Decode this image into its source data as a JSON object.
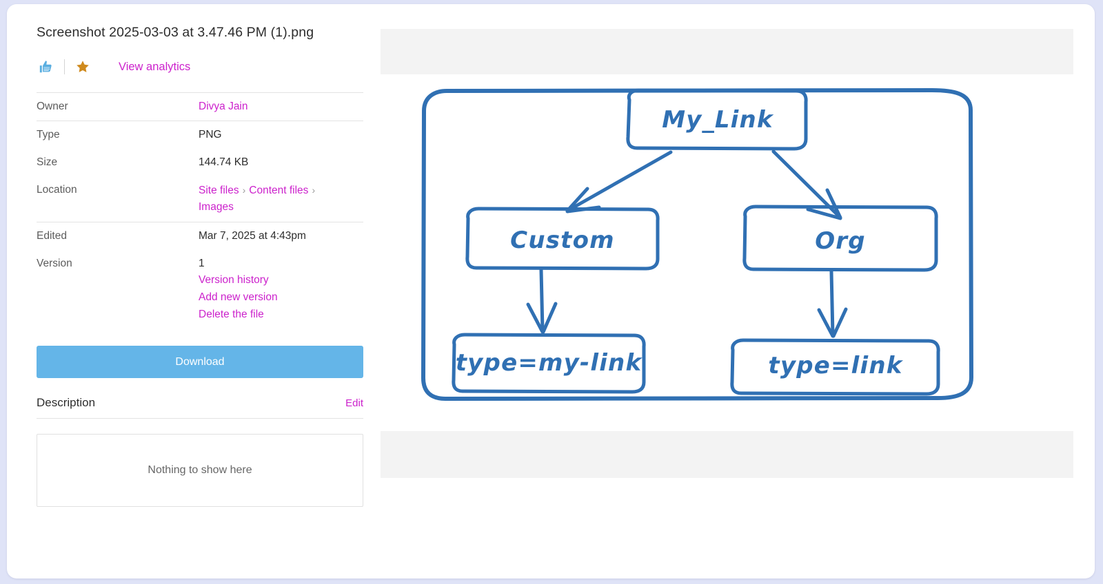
{
  "page": {
    "background_color": "#dfe3f7",
    "card_background": "#ffffff"
  },
  "file": {
    "title": "Screenshot 2025-03-03 at 3.47.46 PM (1).png"
  },
  "actions": {
    "like_icon": "thumbs-up-icon",
    "like_color": "#5aaee0",
    "favorite_icon": "star-icon",
    "favorite_color": "#cf8a1e",
    "view_analytics_label": "View analytics",
    "link_color": "#cc22cc"
  },
  "details": [
    {
      "label": "Owner",
      "value": "Divya Jain",
      "is_link": true
    },
    {
      "label": "Type",
      "value": "PNG",
      "is_link": false
    },
    {
      "label": "Size",
      "value": "144.74 KB",
      "is_link": false
    },
    {
      "label": "Location",
      "breadcrumb": [
        "Site files",
        "Content files",
        "Images"
      ],
      "separator": "›"
    },
    {
      "label": "Edited",
      "value": "Mar 7, 2025 at 4:43pm",
      "is_link": false
    },
    {
      "label": "Version",
      "value": "1",
      "links": [
        "Version history",
        "Add new version",
        "Delete the file"
      ]
    }
  ],
  "download": {
    "label": "Download",
    "color": "#64b5e8"
  },
  "description": {
    "heading": "Description",
    "edit_label": "Edit",
    "empty_text": "Nothing to show here"
  },
  "preview": {
    "frame_color": "#f3f3f3",
    "canvas_color": "#ffffff",
    "stroke_color": "#3070b3"
  },
  "diagram": {
    "type": "flowchart",
    "style": "hand-drawn",
    "stroke_color": "#3070b3",
    "nodes": [
      {
        "id": "root",
        "label": "My_Link",
        "level": 0
      },
      {
        "id": "custom",
        "label": "Custom",
        "level": 1
      },
      {
        "id": "org",
        "label": "Org",
        "level": 1
      },
      {
        "id": "mylinkval",
        "label": "type=my-link",
        "level": 2
      },
      {
        "id": "linkval",
        "label": "type=link",
        "level": 2
      }
    ],
    "edges": [
      {
        "from": "root",
        "to": "custom",
        "arrow": true
      },
      {
        "from": "root",
        "to": "org",
        "arrow": true
      },
      {
        "from": "custom",
        "to": "mylinkval",
        "arrow": true
      },
      {
        "from": "org",
        "to": "linkval",
        "arrow": true
      }
    ],
    "has_outer_container": true
  }
}
